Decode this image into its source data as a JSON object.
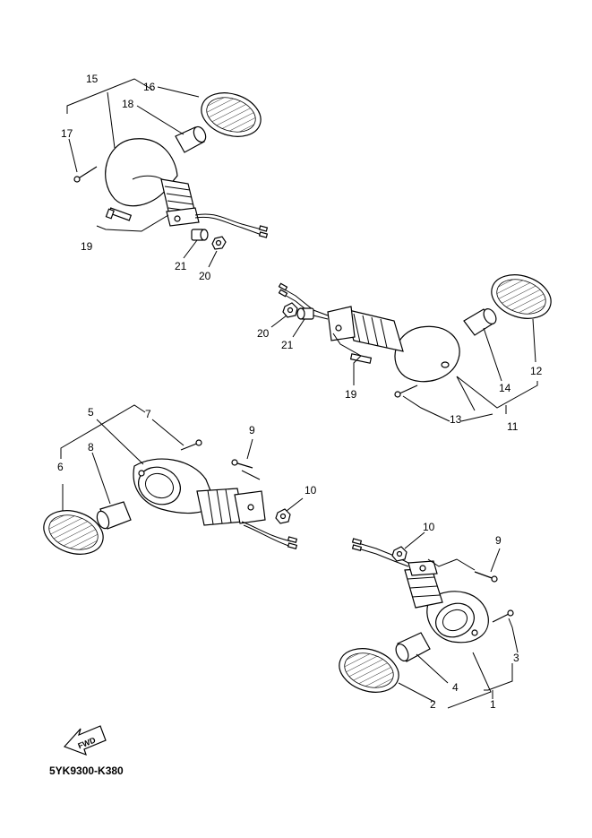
{
  "diagram_code": "5YK9300-K380",
  "fwd_badge": "FWD",
  "callouts": {
    "p1": "1",
    "p2": "2",
    "p3": "3",
    "p4": "4",
    "p5": "5",
    "p6": "6",
    "p7": "7",
    "p8": "8",
    "p9a": "9",
    "p9b": "9",
    "p10a": "10",
    "p10b": "10",
    "p11": "11",
    "p12": "12",
    "p13": "13",
    "p14": "14",
    "p15": "15",
    "p16": "16",
    "p17": "17",
    "p18": "18",
    "p19a": "19",
    "p19b": "19",
    "p20a": "20",
    "p20b": "20",
    "p21a": "21",
    "p21b": "21"
  },
  "colors": {
    "line": "#000000",
    "background": "#ffffff"
  }
}
